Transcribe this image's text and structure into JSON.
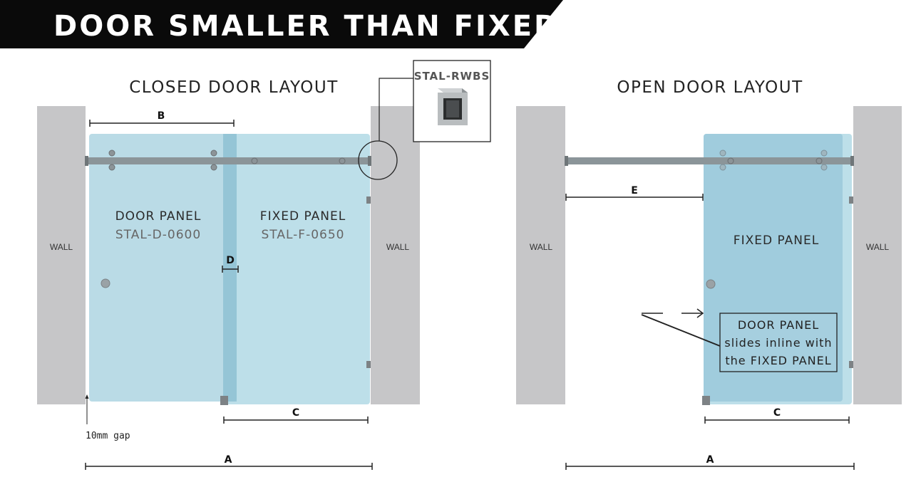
{
  "title": "DOOR SMALLER THAN FIXED PANEL",
  "colors": {
    "banner": "#0a0a0a",
    "wall": "#c6c6c8",
    "glass": "#a9d2e0",
    "rail": "#8b9599"
  },
  "closed": {
    "heading": "CLOSED DOOR LAYOUT",
    "wall_left": "WALL",
    "wall_right": "WALL",
    "door_label": "DOOR PANEL",
    "door_code": "STAL-D-0600",
    "fixed_label": "FIXED PANEL",
    "fixed_code": "STAL-F-0650",
    "dim_a": "A",
    "dim_b": "B",
    "dim_c": "C",
    "dim_d": "D",
    "gap_note": "10mm gap",
    "callout_code": "STAL-RWBS"
  },
  "open": {
    "heading": "OPEN DOOR LAYOUT",
    "wall_left": "WALL",
    "wall_right": "WALL",
    "fixed_label": "FIXED PANEL",
    "dim_a": "A",
    "dim_c": "C",
    "dim_e": "E",
    "note_line1": "DOOR PANEL",
    "note_line2": "slides inline with",
    "note_line3": "the FIXED PANEL"
  }
}
